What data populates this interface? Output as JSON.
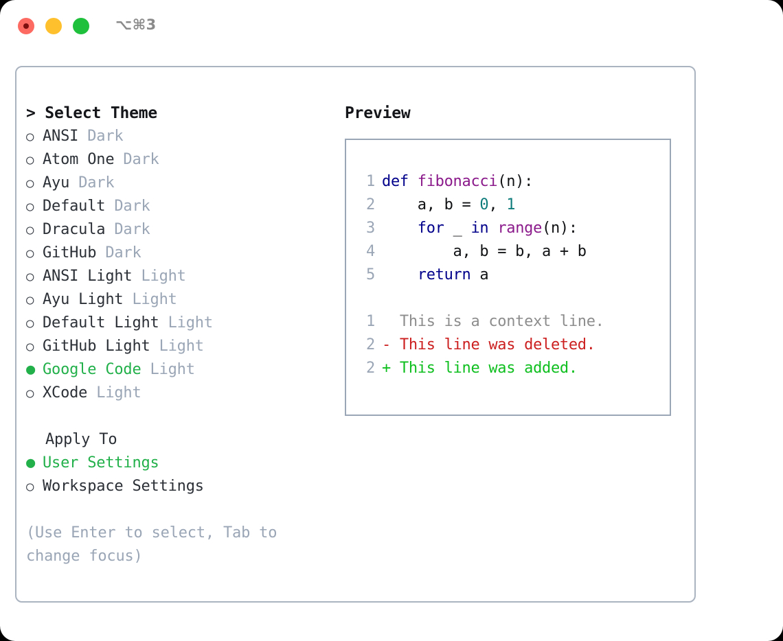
{
  "titlebar": {
    "shortcut": "⌥⌘3",
    "buttons": [
      {
        "name": "close",
        "color": "#fc6a61"
      },
      {
        "name": "minimize",
        "color": "#ffc02e"
      },
      {
        "name": "maximize",
        "color": "#1fc13c"
      }
    ]
  },
  "theme_section": {
    "header": "> Select Theme",
    "options": [
      {
        "marker": "○",
        "selected": false,
        "name": "ANSI",
        "variant": "Dark"
      },
      {
        "marker": "○",
        "selected": false,
        "name": "Atom One",
        "variant": "Dark"
      },
      {
        "marker": "○",
        "selected": false,
        "name": "Ayu",
        "variant": "Dark"
      },
      {
        "marker": "○",
        "selected": false,
        "name": "Default",
        "variant": "Dark"
      },
      {
        "marker": "○",
        "selected": false,
        "name": "Dracula",
        "variant": "Dark"
      },
      {
        "marker": "○",
        "selected": false,
        "name": "GitHub",
        "variant": "Dark"
      },
      {
        "marker": "○",
        "selected": false,
        "name": "ANSI Light",
        "variant": "Light"
      },
      {
        "marker": "○",
        "selected": false,
        "name": "Ayu Light",
        "variant": "Light"
      },
      {
        "marker": "○",
        "selected": false,
        "name": "Default Light",
        "variant": "Light"
      },
      {
        "marker": "○",
        "selected": false,
        "name": "GitHub Light",
        "variant": "Light"
      },
      {
        "marker": "●",
        "selected": true,
        "name": "Google Code",
        "variant": "Light"
      },
      {
        "marker": "○",
        "selected": false,
        "name": "XCode",
        "variant": "Light"
      }
    ]
  },
  "apply_section": {
    "header": "Apply To",
    "options": [
      {
        "marker": "●",
        "selected": true,
        "name": "User Settings"
      },
      {
        "marker": "○",
        "selected": false,
        "name": "Workspace Settings"
      }
    ]
  },
  "hint": "(Use Enter to select, Tab to change focus)",
  "preview": {
    "title": "Preview",
    "code_lines": [
      {
        "num": "1",
        "tokens": [
          {
            "t": "def ",
            "c": "kw"
          },
          {
            "t": "fibonacci",
            "c": "fn"
          },
          {
            "t": "(n):",
            "c": "pln"
          }
        ]
      },
      {
        "num": "2",
        "tokens": [
          {
            "t": "    a, b = ",
            "c": "pln"
          },
          {
            "t": "0",
            "c": "num"
          },
          {
            "t": ", ",
            "c": "pln"
          },
          {
            "t": "1",
            "c": "num"
          }
        ]
      },
      {
        "num": "3",
        "tokens": [
          {
            "t": "    ",
            "c": "pln"
          },
          {
            "t": "for",
            "c": "kw"
          },
          {
            "t": " _ ",
            "c": "pln"
          },
          {
            "t": "in",
            "c": "kw"
          },
          {
            "t": " ",
            "c": "pln"
          },
          {
            "t": "range",
            "c": "fn"
          },
          {
            "t": "(n):",
            "c": "pln"
          }
        ]
      },
      {
        "num": "4",
        "tokens": [
          {
            "t": "        a, b = b, a + b",
            "c": "pln"
          }
        ]
      },
      {
        "num": "5",
        "tokens": [
          {
            "t": "    ",
            "c": "pln"
          },
          {
            "t": "return",
            "c": "kw"
          },
          {
            "t": " a",
            "c": "pln"
          }
        ]
      }
    ],
    "diff_lines": [
      {
        "num": "1",
        "sign": "  ",
        "text": "This is a context line.",
        "kind": "ctx"
      },
      {
        "num": "2",
        "sign": "- ",
        "text": "This line was deleted.",
        "kind": "del"
      },
      {
        "num": "2",
        "sign": "+ ",
        "text": "This line was added.",
        "kind": "add"
      }
    ]
  },
  "colors": {
    "accent_green": "#22b04a",
    "muted": "#9aa5b5",
    "keyword": "#00008b",
    "function": "#8b1a8b",
    "number": "#0e7c7b",
    "diff_add": "#0fbf1f",
    "diff_del": "#cc1f1f",
    "border": "#aab3c0"
  }
}
